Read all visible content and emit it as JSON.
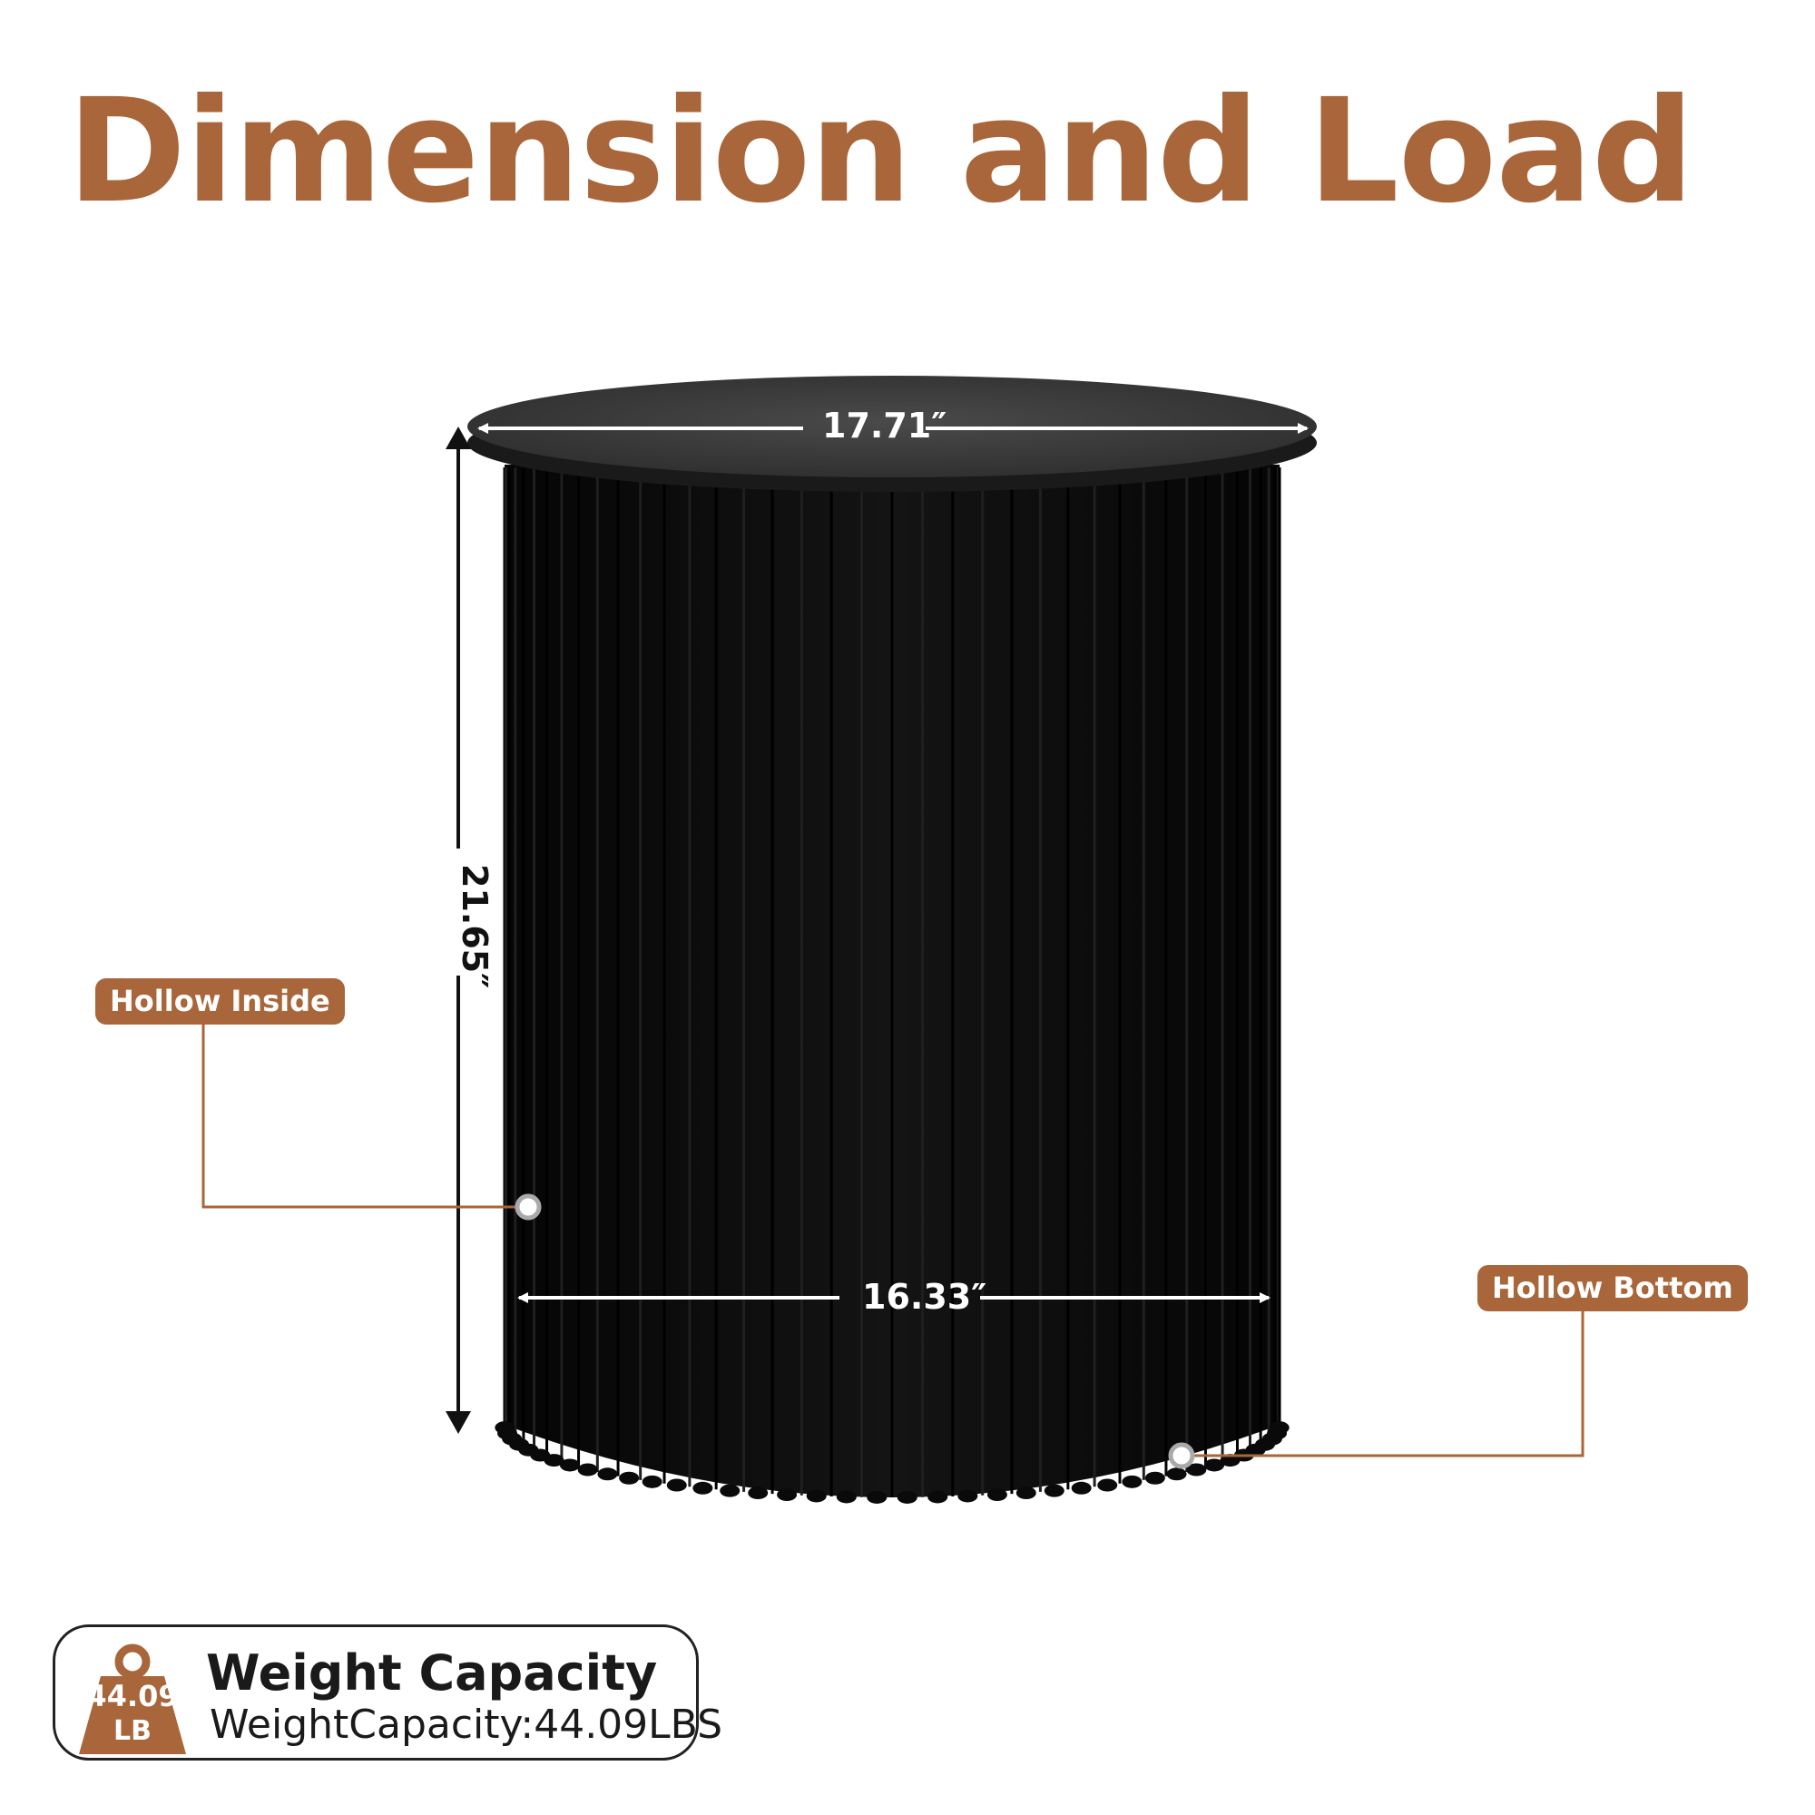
{
  "title": "Dimension and Load",
  "dimensions": {
    "top_diameter": "17.71″",
    "height": "21.65″",
    "base_diameter": "16.33″"
  },
  "callouts": {
    "hollow_inside": "Hollow Inside",
    "hollow_bottom": "Hollow Bottom"
  },
  "weight_capacity": {
    "heading": "Weight Capacity",
    "detail": "WeightCapacity:44.09LBS",
    "icon_value": "44.09",
    "icon_unit": "LB"
  },
  "colors": {
    "accent": "#a8663a",
    "product": "#0c0c0c",
    "tabletop": "#3b3b3b"
  },
  "icons": [
    "weight-icon",
    "arrow-icon"
  ]
}
